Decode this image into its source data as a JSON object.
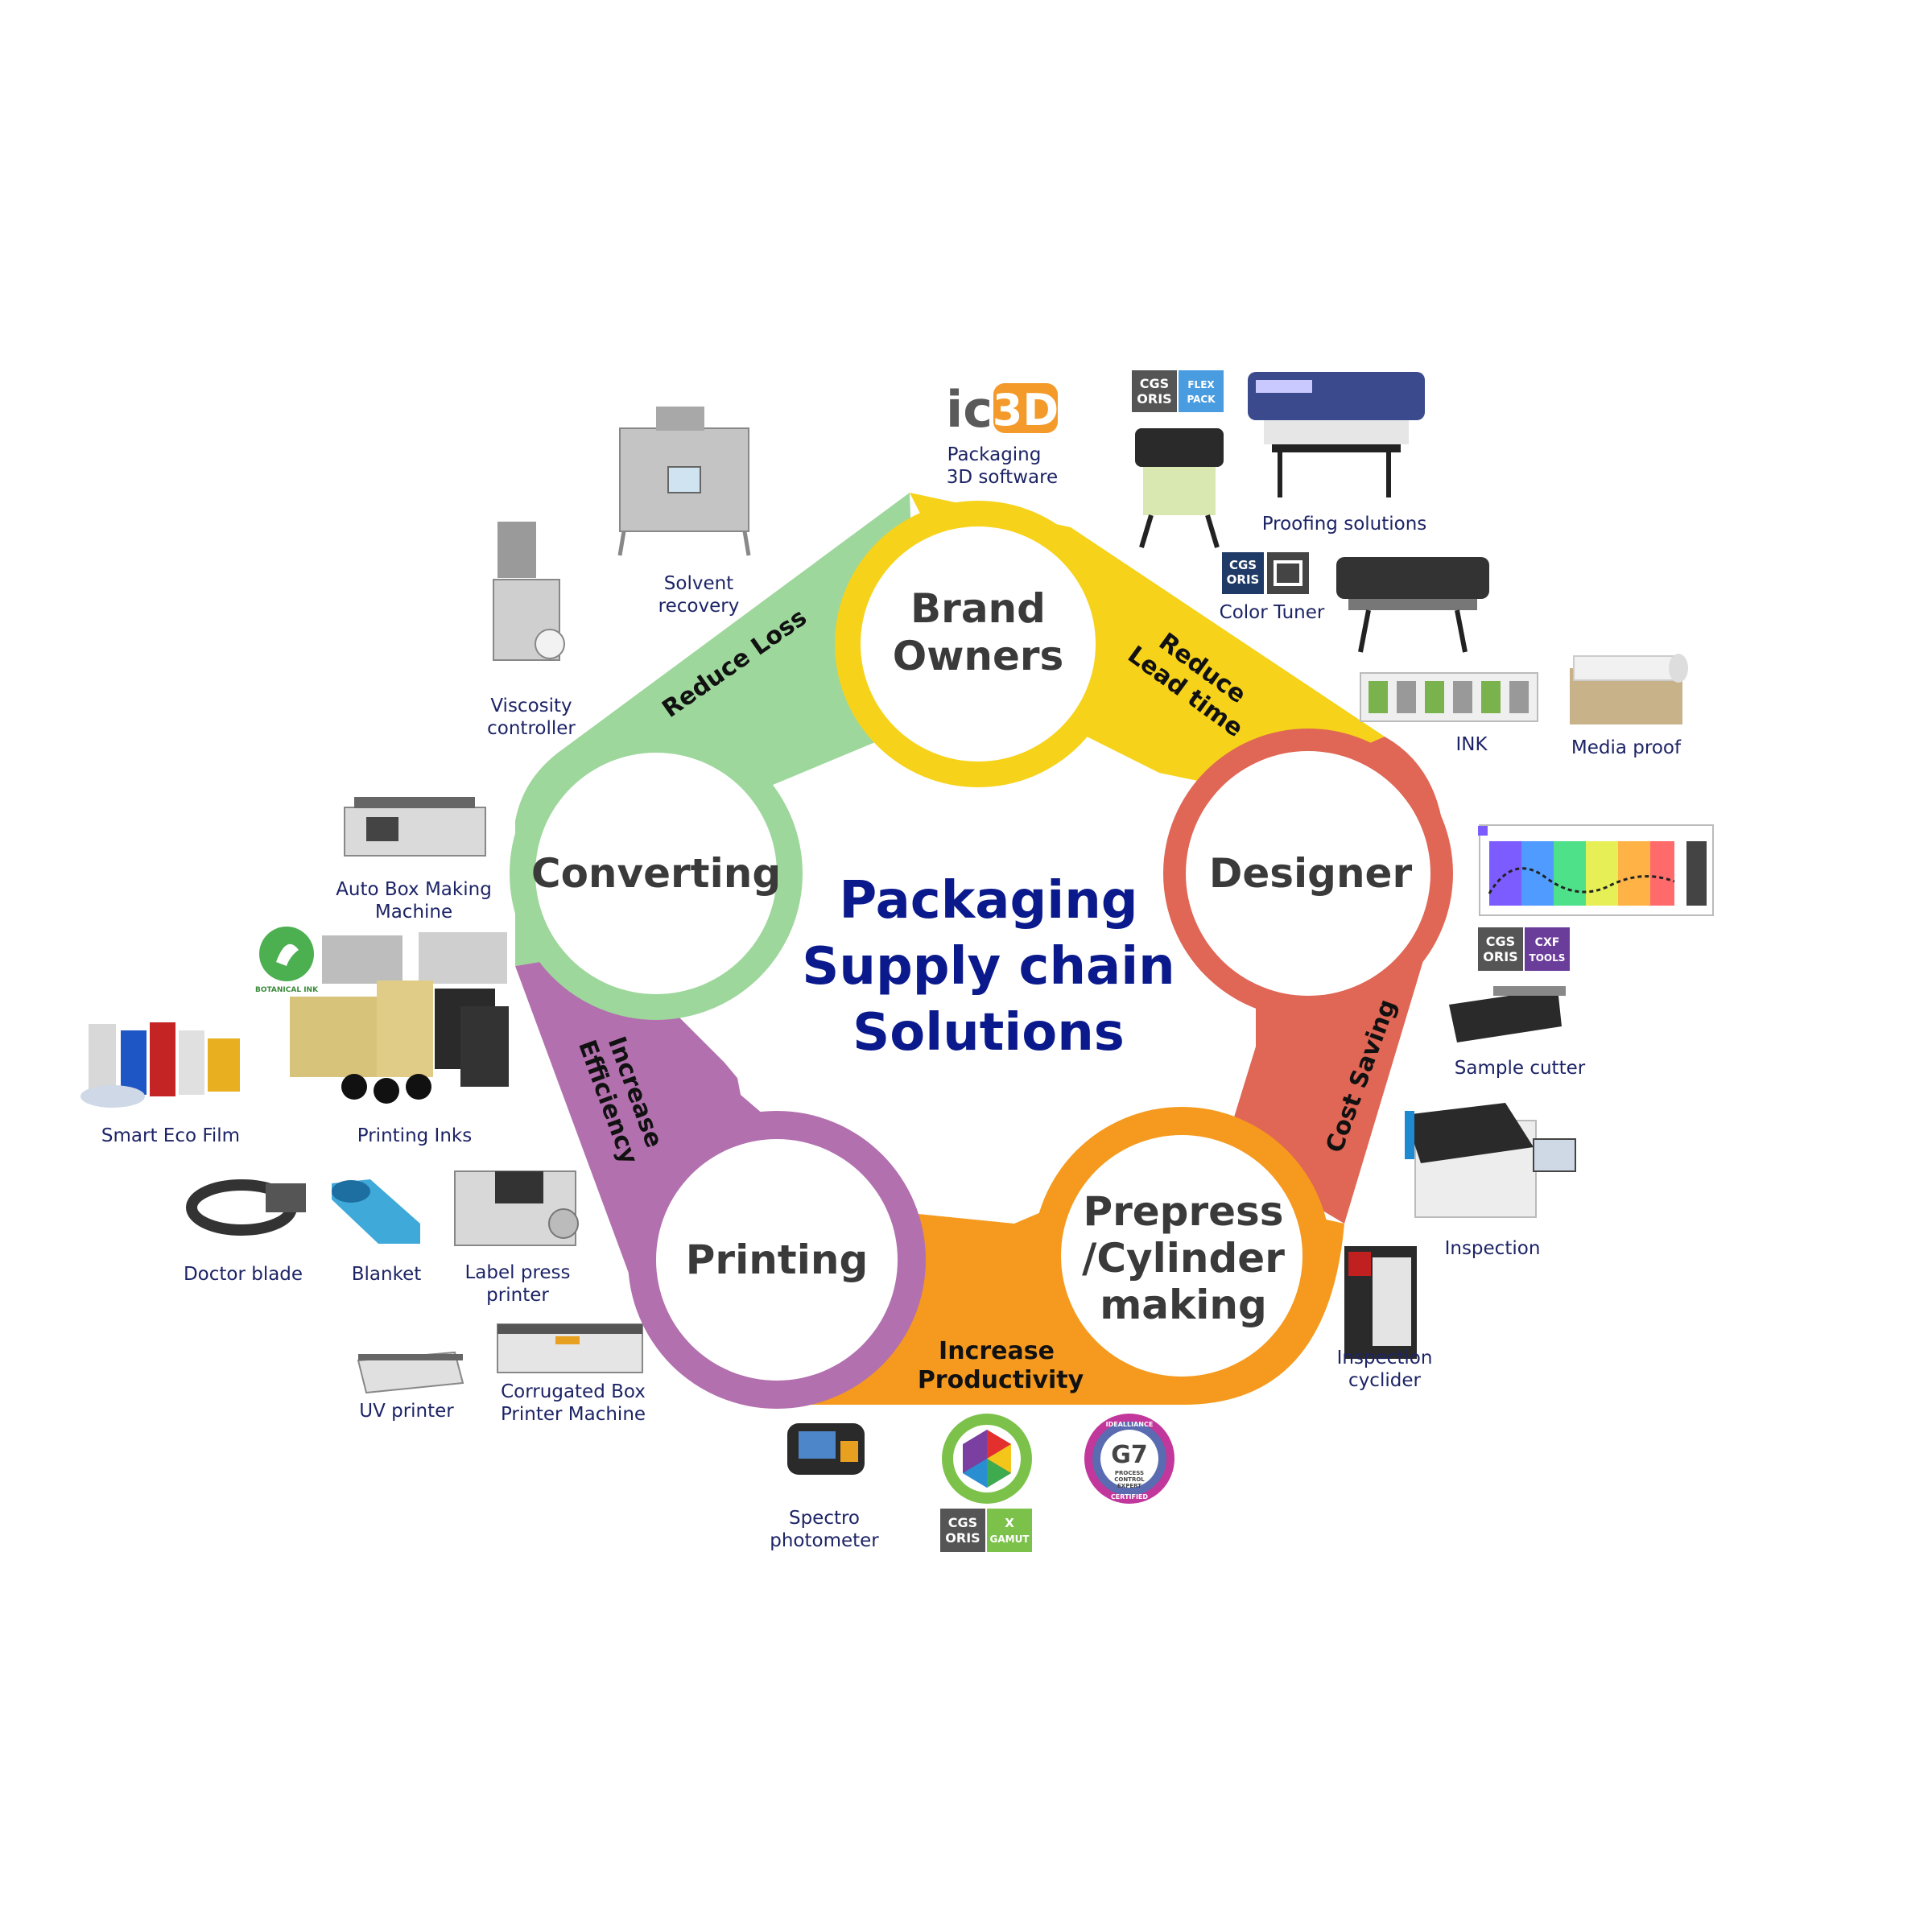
{
  "center": {
    "line1": "Packaging",
    "line2": "Supply chain",
    "line3": "Solutions"
  },
  "nodes": {
    "brand": {
      "line1": "Brand",
      "line2": "Owners"
    },
    "designer": {
      "line1": "Designer"
    },
    "prepress": {
      "line1": "Prepress",
      "line2": "/Cylinder",
      "line3": "making"
    },
    "printing": {
      "line1": "Printing"
    },
    "converting": {
      "line1": "Converting"
    }
  },
  "benefits": {
    "reduce_loss": "Reduce Loss",
    "reduce_lead_1": "Reduce",
    "reduce_lead_2": "Lead time",
    "cost_saving": "Cost Saving",
    "increase_prod_1": "Increase",
    "increase_prod_2": "Productivity",
    "increase_eff_1": "Increase",
    "increase_eff_2": "Efficiency"
  },
  "logos": {
    "ic3d_ic": "ic",
    "ic3d_3d": "3D",
    "cgs_1": "CGS",
    "cgs_2": "ORIS",
    "flex_1": "FLEX",
    "flex_2": "PACK",
    "cxf_1": "CXF",
    "cxf_2": "TOOLS",
    "xgamut_1": "X",
    "xgamut_2": "GAMUT",
    "g7": "G7",
    "g7_top": "IDEALLIANCE",
    "g7_l1": "PROCESS",
    "g7_l2": "CONTROL",
    "g7_l3": "EXPERT",
    "g7_bottom": "CERTIFIED",
    "botanical": "BOTANICAL INK"
  },
  "items": {
    "ic3d_1": "Packaging",
    "ic3d_2": "3D software",
    "proofing": "Proofing solutions",
    "color_tuner": "Color Tuner",
    "ink": "INK",
    "media_proof": "Media proof",
    "sample_cutter": "Sample cutter",
    "inspection": "Inspection",
    "insp_cyl_1": "Inspection",
    "insp_cyl_2": "cyclider",
    "spectro_1": "Spectro",
    "spectro_2": "photometer",
    "uv_printer": "UV printer",
    "corrugated_1": "Corrugated Box",
    "corrugated_2": "Printer Machine",
    "doctor_blade": "Doctor blade",
    "blanket": "Blanket",
    "label_1": "Label press",
    "label_2": "printer",
    "smart_eco": "Smart Eco Film",
    "printing_inks": "Printing Inks",
    "auto_box_1": "Auto Box Making",
    "auto_box_2": "Machine",
    "viscosity_1": "Viscosity",
    "viscosity_2": "controller",
    "solvent_1": "Solvent",
    "solvent_2": "recovery"
  },
  "colors": {
    "brand": "#F6D21A",
    "designer": "#E06655",
    "prepress": "#F59A1E",
    "printing": "#B270AE",
    "converting": "#9ED79C",
    "title": "#0A1A8C",
    "caption": "#1D2466"
  }
}
